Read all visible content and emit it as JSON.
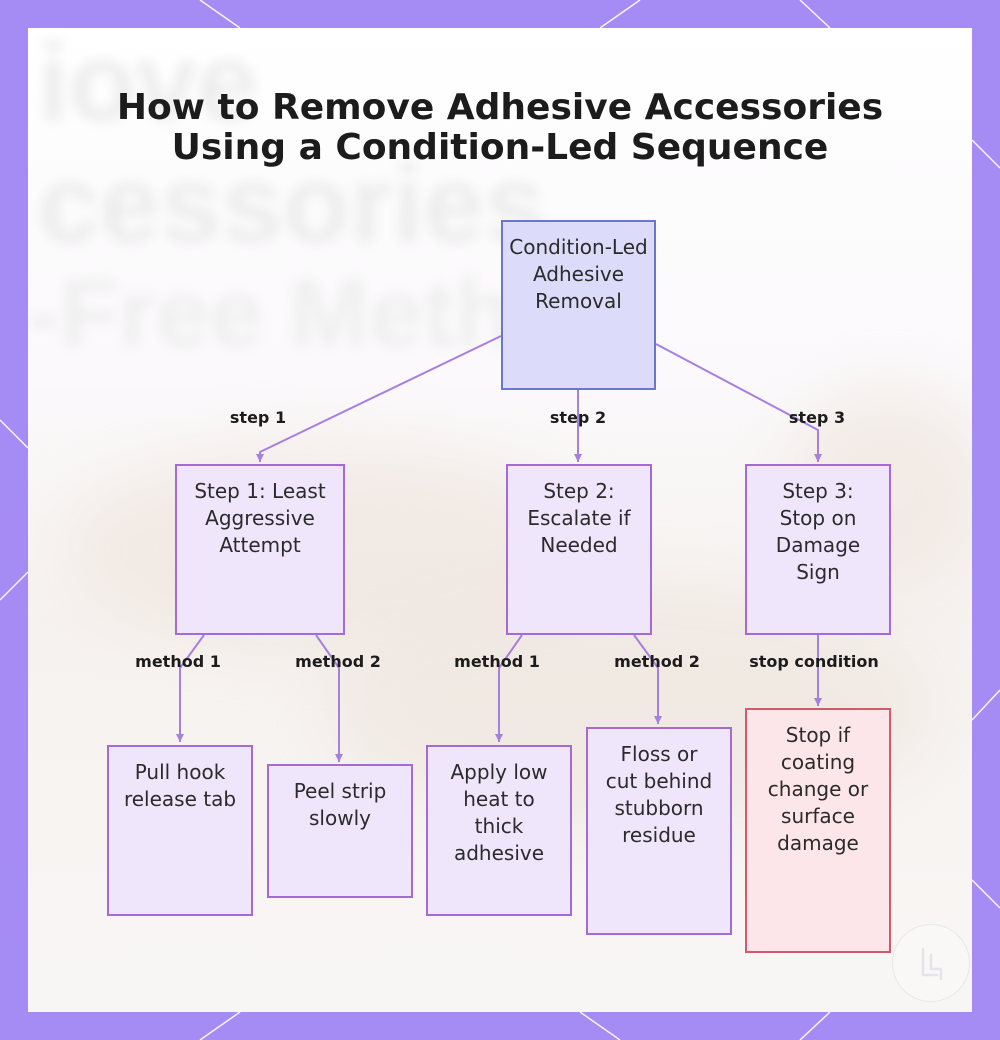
{
  "title_line1": "How to Remove Adhesive Accessories",
  "title_line2": "Using a Condition-Led Sequence",
  "background_text": {
    "line1": "iove",
    "line2": "cessories",
    "line3": "-Free Metho"
  },
  "nodes": {
    "root": "Condition-Led Adhesive Removal",
    "step1": "Step 1: Least Aggressive Attempt",
    "step2": "Step 2: Escalate if Needed",
    "step3": "Step 3: Stop on Damage Sign",
    "leaf1": "Pull hook release tab",
    "leaf2": "Peel strip slowly",
    "leaf3": "Apply low heat to thick adhesive",
    "leaf4": "Floss or cut behind stubborn residue",
    "leaf5": "Stop if coating change or surface damage"
  },
  "edge_labels": {
    "root_step1": "step 1",
    "root_step2": "step 2",
    "root_step3": "step 3",
    "step1_leaf1": "method 1",
    "step1_leaf2": "method 2",
    "step2_leaf3": "method 1",
    "step2_leaf4": "method 2",
    "step3_leaf5": "stop condition"
  },
  "colors": {
    "frame": "#a48cf4",
    "root_fill": "#dcdcfa",
    "root_border": "#6b77c8",
    "node_fill": "#efe6fc",
    "node_border": "#a46bd6",
    "stop_fill": "#fde6ea",
    "stop_border": "#d5596a",
    "edge": "#a77fe0"
  },
  "logo_icon": "watermark-logo-icon"
}
